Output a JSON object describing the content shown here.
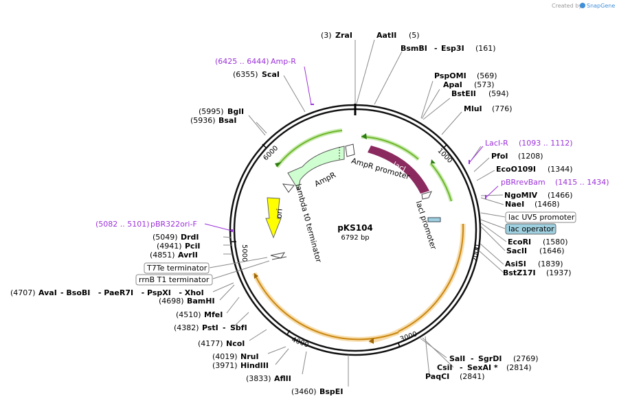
{
  "watermark": {
    "prefix": "Created by",
    "brand": "SnapGene"
  },
  "plasmid": {
    "name": "pKS104",
    "length": "6792 bp"
  },
  "ticks": [
    "1000",
    "2000",
    "3000",
    "4000",
    "5000",
    "6000"
  ],
  "sites_top": [
    {
      "pos": "(3)",
      "name": "ZraI"
    },
    {
      "name": "AatII",
      "pos": "(5)"
    },
    {
      "name": "BsmBI",
      "sep": "-",
      "name2": "Esp3I",
      "pos": "(161)"
    },
    {
      "name": "PspOMI",
      "pos": "(569)"
    },
    {
      "name": "ApaI",
      "pos": "(573)"
    },
    {
      "name": "BstEII",
      "pos": "(594)"
    },
    {
      "name": "MluI",
      "pos": "(776)"
    }
  ],
  "primers": [
    {
      "pos": "(6425 .. 6444)",
      "name": "Amp-R"
    },
    {
      "name": "LacI-R",
      "pos": "(1093 .. 1112)"
    },
    {
      "name": "pBRrevBam",
      "pos": "(1415 .. 1434)"
    },
    {
      "pos": "(5082 .. 5101)",
      "name": "pBR322ori-F"
    }
  ],
  "sites_right": [
    {
      "name": "PfoI",
      "pos": "(1208)"
    },
    {
      "name": "EcoO109I",
      "pos": "(1344)"
    },
    {
      "name": "NgoMIV",
      "pos": "(1466)"
    },
    {
      "name": "NaeI",
      "pos": "(1468)"
    },
    {
      "name": "EcoRI",
      "pos": "(1580)"
    },
    {
      "name": "SacII",
      "pos": "(1646)"
    },
    {
      "name": "AsiSI",
      "pos": "(1839)"
    },
    {
      "name": "BstZ17I",
      "pos": "(1937)"
    },
    {
      "name": "SalI",
      "sep": "-",
      "name2": "SgrDI",
      "pos": "(2769)"
    },
    {
      "name": "CsiI",
      "sep": "-",
      "name2": "SexAI *",
      "pos": "(2814)"
    },
    {
      "name": "PaqCI",
      "pos": "(2841)"
    }
  ],
  "boxed_features": [
    {
      "name": "lac UV5 promoter",
      "highlight": false
    },
    {
      "name": "lac operator",
      "highlight": true
    },
    {
      "name": "T7Te terminator",
      "highlight": false
    },
    {
      "name": "rrnB T1 terminator",
      "highlight": false
    }
  ],
  "sites_left": [
    {
      "pos": "(6355)",
      "name": "ScaI"
    },
    {
      "pos": "(5995)",
      "name": "BglI"
    },
    {
      "pos": "(5936)",
      "name": "BsaI"
    },
    {
      "pos": "(5049)",
      "name": "DrdI"
    },
    {
      "pos": "(4941)",
      "name": "PciI"
    },
    {
      "pos": "(4851)",
      "name": "AvrII"
    },
    {
      "pos": "(4707)",
      "name": "AvaI",
      "extra": "- BsoBI   - PaeR7I   - PspXI   - XhoI"
    },
    {
      "pos": "(4698)",
      "name": "BamHI"
    },
    {
      "pos": "(4510)",
      "name": "MfeI"
    },
    {
      "pos": "(4382)",
      "name": "PstI",
      "sep": "-",
      "name2": "SbfI"
    },
    {
      "pos": "(4177)",
      "name": "NcoI"
    },
    {
      "pos": "(4019)",
      "name": "NruI"
    },
    {
      "pos": "(3971)",
      "name": "HindIII"
    },
    {
      "pos": "(3833)",
      "name": "AflII"
    },
    {
      "pos": "(3460)",
      "name": "BspEI"
    }
  ],
  "features": [
    {
      "name": "lacI",
      "color": "#8b2a5e"
    },
    {
      "name": "lacI promoter"
    },
    {
      "name": "AmpR promoter"
    },
    {
      "name": "AmpR",
      "color": "#cfffd0"
    },
    {
      "name": "ori",
      "color": "#ffff00"
    },
    {
      "name": "lambda t0 terminator"
    }
  ],
  "colors": {
    "orf_green": "#7ecb2a",
    "orf_orange": "#e8a11f",
    "primer": "#9b30d9",
    "feature_box_highlight": "#9fd0e0"
  }
}
